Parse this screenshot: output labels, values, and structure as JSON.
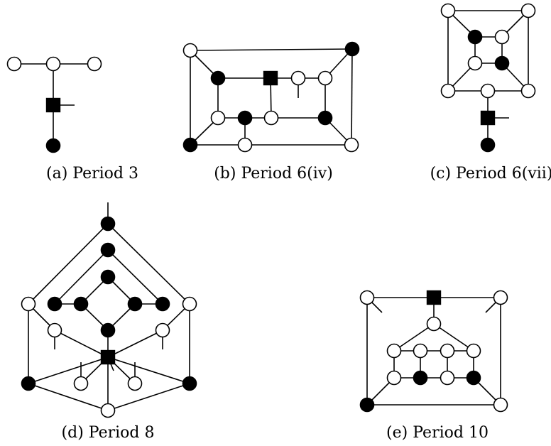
{
  "captions": {
    "a": "(a) Period 3",
    "b": "(b) Period 6(iv)",
    "c": "(c) Period 6(vii)",
    "d": "(d) Period 8",
    "e": "(e) Period 10"
  },
  "colors": {
    "fill_black": "#000000",
    "fill_white": "#ffffff",
    "stroke": "#000000"
  }
}
